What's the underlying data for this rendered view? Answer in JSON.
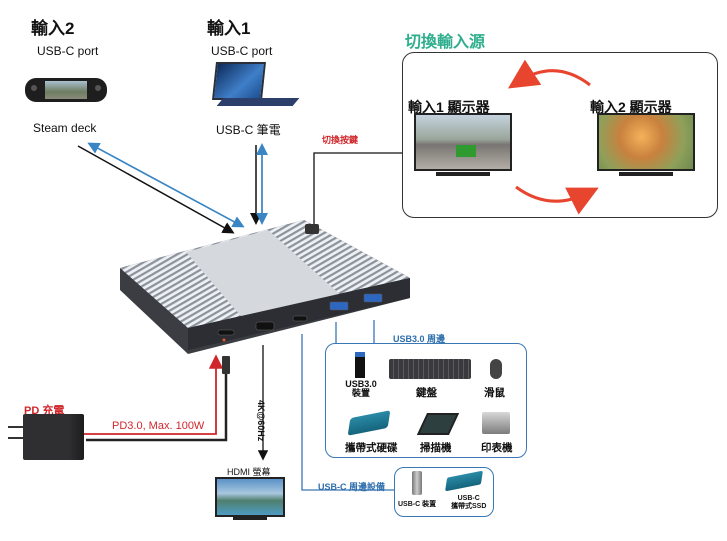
{
  "inputs": [
    {
      "title": "輸入2",
      "port": "USB-C port",
      "device": "Steam deck"
    },
    {
      "title": "輸入1",
      "port": "USB-C port",
      "device": "USB-C 筆電"
    }
  ],
  "switch_section": {
    "title": "切換輸入源",
    "monitor1_label": "輸入1 顯示器",
    "monitor2_label": "輸入2 顯示器",
    "button_label": "切換按鍵"
  },
  "power": {
    "title": "PD 充電",
    "spec": "PD3.0, Max. 100W"
  },
  "hdmi": {
    "resolution": "4K@60Hz",
    "label": "HDMI 螢幕"
  },
  "usb3": {
    "title": "USB3.0 周邊",
    "items": [
      {
        "label": "USB3.0\n裝置",
        "icon": "usb-drive-icon"
      },
      {
        "label": "鍵盤",
        "icon": "keyboard-icon"
      },
      {
        "label": "滑鼠",
        "icon": "mouse-icon"
      },
      {
        "label": "攜帶式硬碟",
        "icon": "portable-hdd-icon"
      },
      {
        "label": "掃描機",
        "icon": "scanner-icon"
      },
      {
        "label": "印表機",
        "icon": "printer-icon"
      }
    ]
  },
  "usbc": {
    "title": "USB-C 周邊設備",
    "items": [
      {
        "label": "USB-C 裝置",
        "icon": "usbc-drive-icon"
      },
      {
        "label_line1": "USB-C",
        "label_line2": "攜帶式SSD",
        "icon": "ssd-icon"
      }
    ]
  },
  "colors": {
    "accent_green": "#2fae8d",
    "power_red": "#d0262b",
    "data_blue": "#3a77b5"
  }
}
